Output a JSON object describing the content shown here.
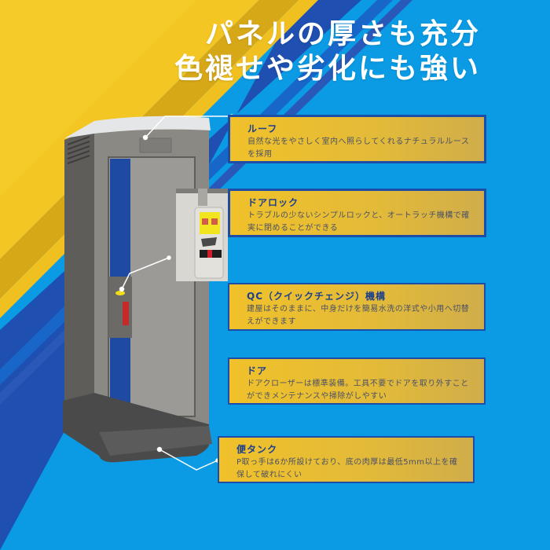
{
  "headline": {
    "line1": "パネルの厚さも充分",
    "line2": "色褪せや劣化にも強い"
  },
  "colors": {
    "yellow": "#f3c623",
    "dark_gold": "#d6a818",
    "royal_blue": "#1f4fb0",
    "mid_blue": "#1766c8",
    "sky_blue": "#0a9be4",
    "callout_border": "#1c4ea8",
    "callout_title": "#1e3f8a"
  },
  "product": {
    "name": "portable-toilet-unit",
    "inset": "door-lock-closeup-photo"
  },
  "callouts": [
    {
      "title": "ルーフ",
      "desc": "自然な光をやさしく室内へ照らしてくれるナチュラルルースを採用"
    },
    {
      "title": "ドアロック",
      "desc": "トラブルの少ないシンプルロックと、オートラッチ機構で確実に閉めることができる"
    },
    {
      "title": "QC（クイックチェンジ）機構",
      "desc": "建屋はそのままに、中身だけを簡易水洗の洋式や小用へ切替えができます"
    },
    {
      "title": "ドア",
      "desc": "ドアクローザーは標準装備。工具不要でドアを取り外すことができメンテナンスや掃除がしやすい"
    },
    {
      "title": "便タンク",
      "desc": "P取っ手は6か所設けており、底の肉厚は最低5mm以上を確保して破れにくい"
    }
  ]
}
